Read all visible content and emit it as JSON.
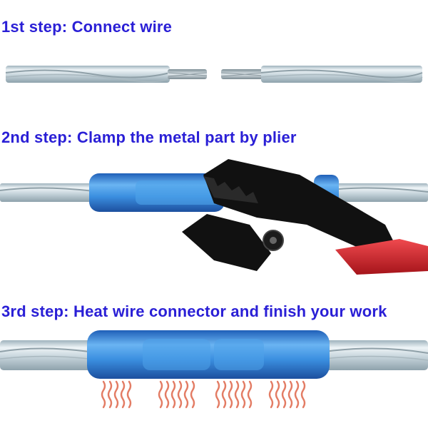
{
  "steps": [
    {
      "title": "1st step: Connect wire"
    },
    {
      "title": "2nd step: Clamp the metal part by plier"
    },
    {
      "title": "3rd step: Heat wire connector and finish your work"
    }
  ],
  "colors": {
    "title": "#2a1fd6",
    "wire_insulation": "#cfdbe2",
    "wire_strand": "#8fa0a8",
    "connector": "#3b8fe0",
    "plier_jaw": "#111111",
    "plier_handle": "#d8232a",
    "heat": "#e37c64"
  },
  "icons": [
    "heat-waves-icon",
    "plier-icon"
  ]
}
